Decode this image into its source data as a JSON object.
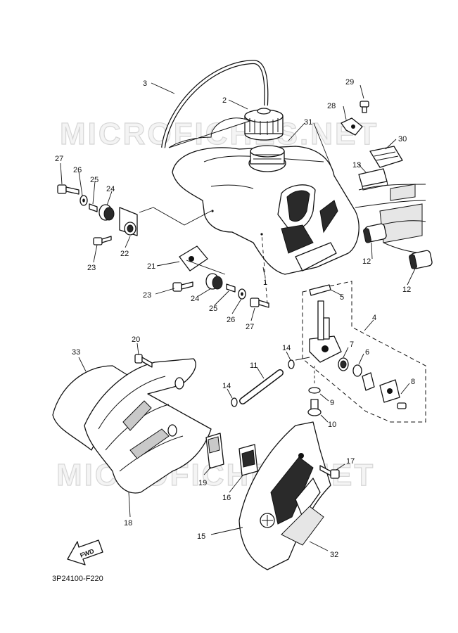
{
  "watermark": "MICROFICHES.NET",
  "diagram_code": "3P24100-F220",
  "fwd_label": "FWD",
  "callouts": [
    "1",
    "2",
    "3",
    "4",
    "5",
    "6",
    "7",
    "8",
    "9",
    "10",
    "11",
    "12",
    "12",
    "13",
    "14",
    "14",
    "15",
    "16",
    "17",
    "18",
    "19",
    "20",
    "21",
    "22",
    "23",
    "23",
    "24",
    "24",
    "25",
    "25",
    "26",
    "26",
    "27",
    "27",
    "28",
    "29",
    "30",
    "31",
    "32",
    "33"
  ]
}
